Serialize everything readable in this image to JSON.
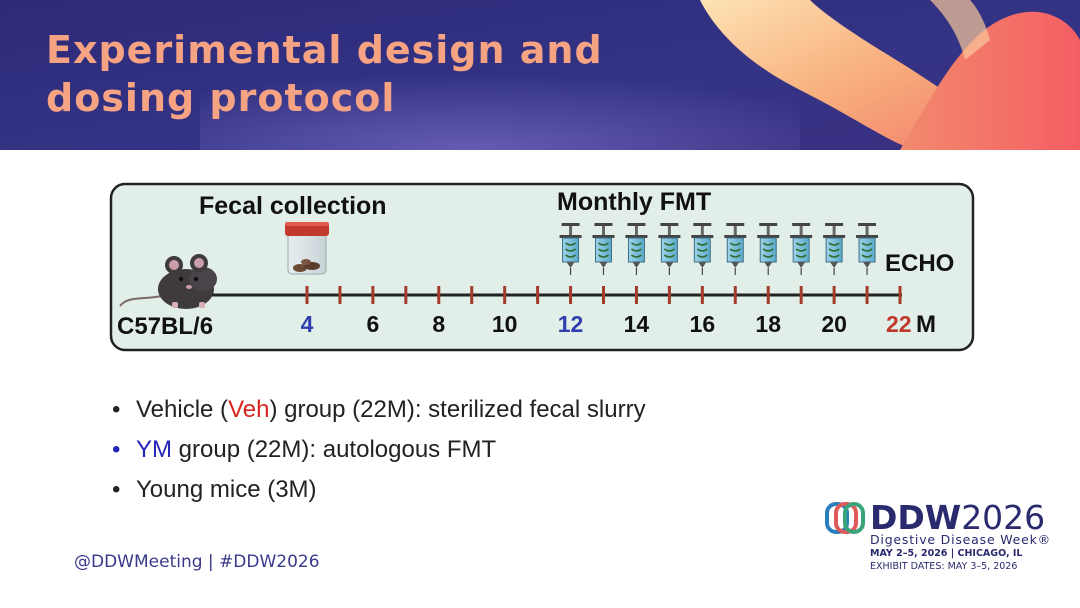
{
  "title": {
    "line1": "Experimental design and",
    "line2": "dosing protocol"
  },
  "diagram": {
    "fecal_label": "Fecal collection",
    "fmt_label": "Monthly FMT",
    "echo_label": "ECHO",
    "strain_label": "C57BL/6",
    "unit_label": "M",
    "ticks": [
      {
        "month": 4,
        "label": "4",
        "color": "#2f3fb0"
      },
      {
        "month": 6,
        "label": "6",
        "color": "#111111"
      },
      {
        "month": 8,
        "label": "8",
        "color": "#111111"
      },
      {
        "month": 10,
        "label": "10",
        "color": "#111111"
      },
      {
        "month": 12,
        "label": "12",
        "color": "#2f3fb0"
      },
      {
        "month": 14,
        "label": "14",
        "color": "#111111"
      },
      {
        "month": 16,
        "label": "16",
        "color": "#111111"
      },
      {
        "month": 18,
        "label": "18",
        "color": "#111111"
      },
      {
        "month": 20,
        "label": "20",
        "color": "#111111"
      },
      {
        "month": 22,
        "label": "22",
        "color": "#c0392b"
      }
    ],
    "syringe_months": [
      12,
      13,
      14,
      15,
      16,
      17,
      18,
      19,
      20,
      21
    ]
  },
  "bullets": {
    "b1_pre": "Vehicle (",
    "b1_red": "Veh",
    "b1_post": ") group (22M): sterilized fecal slurry",
    "b2_blue": "YM",
    "b2_post": " group (22M): autologous FMT",
    "b3": "Young mice (3M)",
    "bullet_char": "•"
  },
  "footer": "@DDWMeeting | #DDW2026",
  "logo": {
    "ddw": "DDW",
    "year": "2026",
    "subtitle": "Digestive Disease Week®",
    "dates": "MAY 2–5, 2026 | CHICAGO, IL",
    "exhibit": "EXHIBIT DATES: MAY 3–5, 2026"
  },
  "colors": {
    "title": "#f6a383",
    "header_bg": "#2f2f7a",
    "box_fill": "#e2efe9",
    "timeline": "#a33a2a",
    "blue_label": "#2f3fb0",
    "red_label": "#c0392b"
  }
}
